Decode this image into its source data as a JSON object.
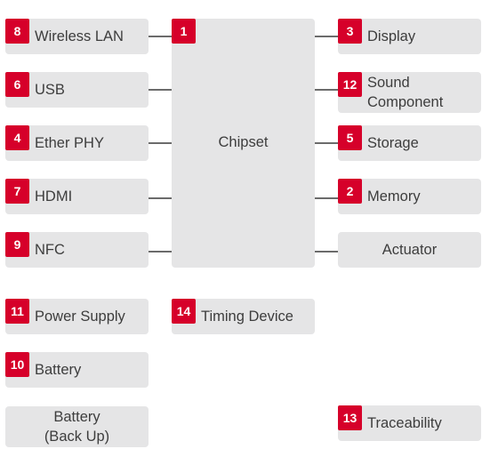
{
  "components": {
    "wireless_lan": {
      "num": "8",
      "label": "Wireless LAN"
    },
    "usb": {
      "num": "6",
      "label": "USB"
    },
    "ether_phy": {
      "num": "4",
      "label": "Ether PHY"
    },
    "hdmi": {
      "num": "7",
      "label": "HDMI"
    },
    "nfc": {
      "num": "9",
      "label": "NFC"
    },
    "chipset": {
      "num": "1",
      "label": "Chipset"
    },
    "display": {
      "num": "3",
      "label": "Display"
    },
    "sound_component": {
      "num": "12",
      "label": "Sound Component"
    },
    "storage": {
      "num": "5",
      "label": "Storage"
    },
    "memory": {
      "num": "2",
      "label": "Memory"
    },
    "actuator": {
      "label": "Actuator"
    },
    "power_supply": {
      "num": "11",
      "label": "Power Supply"
    },
    "timing_device": {
      "num": "14",
      "label": "Timing Device"
    },
    "battery": {
      "num": "10",
      "label": "Battery"
    },
    "battery_backup": {
      "label": "Battery\n(Back Up)"
    },
    "traceability": {
      "num": "13",
      "label": "Traceability"
    }
  },
  "colors": {
    "badge": "#d6002a",
    "box": "#e5e5e6",
    "text": "#3d3d3d",
    "connector": "#6b6b6b"
  }
}
